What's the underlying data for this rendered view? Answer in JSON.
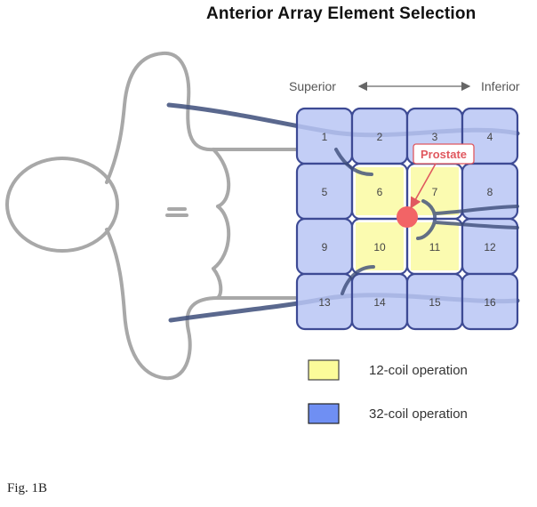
{
  "title": "Anterior Array Element Selection",
  "direction": {
    "left": "Superior",
    "right": "Inferior"
  },
  "coils": [
    "1",
    "2",
    "3",
    "4",
    "5",
    "6",
    "7",
    "8",
    "9",
    "10",
    "11",
    "12",
    "13",
    "14",
    "15",
    "16"
  ],
  "coils_12_operation": [
    "6",
    "7",
    "10",
    "11"
  ],
  "target_label": "Prostate",
  "legend": [
    {
      "label": "12-coil operation",
      "color": "#fbfb9a"
    },
    {
      "label": "32-coil operation",
      "color": "#6f8ff3"
    }
  ],
  "caption": "Fig. 1B",
  "colors": {
    "coil_fill": "#b9c6f4",
    "coil_border": "#3d4a94",
    "highlight": "#fbfbb0",
    "prostate": "#f26466"
  }
}
